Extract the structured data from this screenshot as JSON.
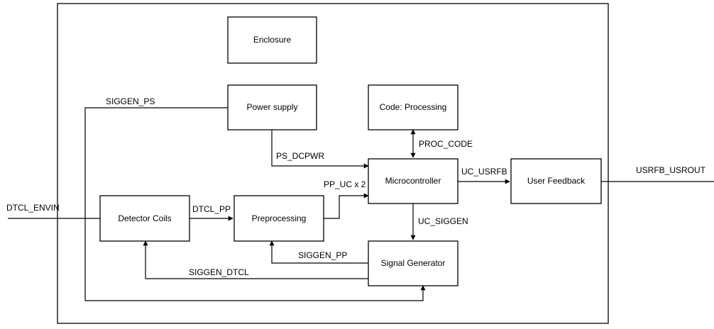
{
  "blocks": {
    "enclosure": "Enclosure",
    "power_supply": "Power supply",
    "code_processing": "Code: Processing",
    "microcontroller": "Microcontroller",
    "user_feedback": "User Feedback",
    "detector_coils": "Detector Coils",
    "preprocessing": "Preprocessing",
    "signal_generator": "Signal Generator"
  },
  "signals": {
    "siggen_ps": "SIGGEN_PS",
    "ps_dcpwr": "PS_DCPWR",
    "proc_code": "PROC_CODE",
    "uc_usrfb": "UC_USRFB",
    "usrfb_usrout": "USRFB_USROUT",
    "dtcl_envin": "DTCL_ENVIN",
    "dtcl_pp": "DTCL_PP",
    "pp_uc": "PP_UC x 2",
    "uc_siggen": "UC_SIGGEN",
    "siggen_pp": "SIGGEN_PP",
    "siggen_dtcl": "SIGGEN_DTCL"
  }
}
